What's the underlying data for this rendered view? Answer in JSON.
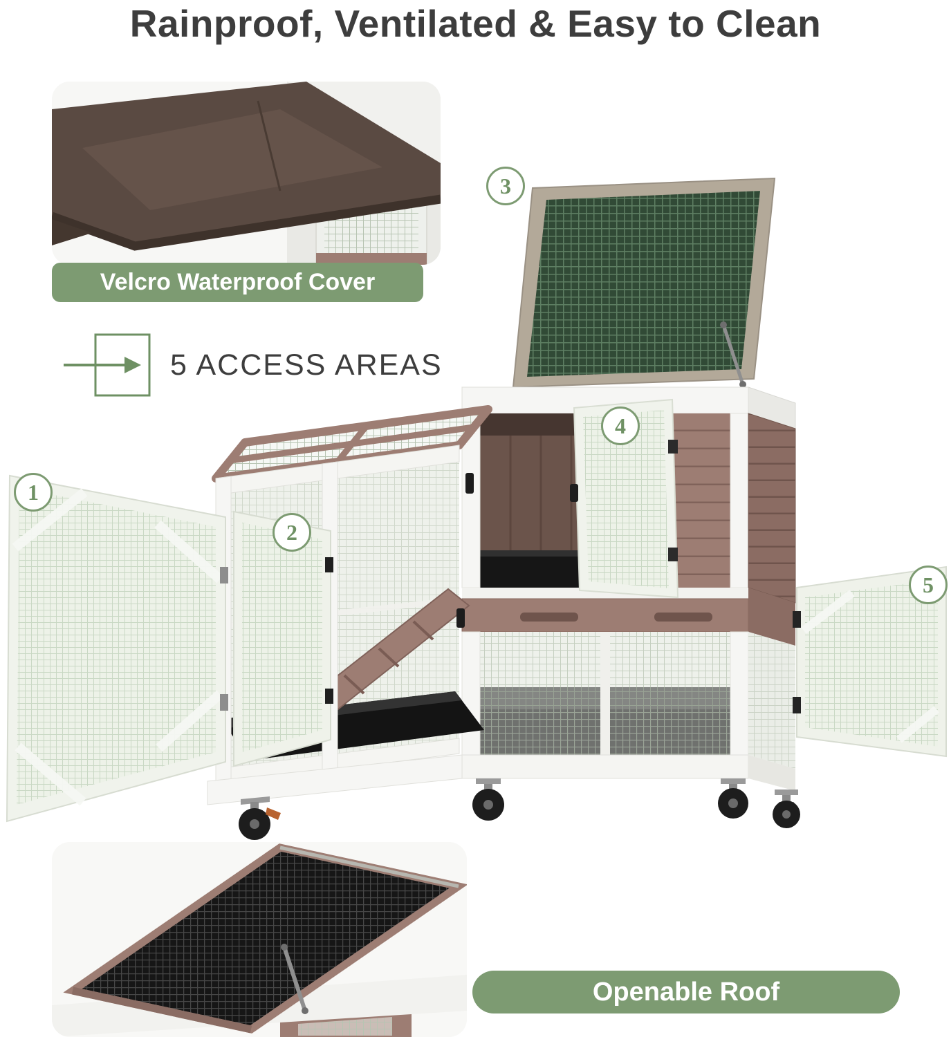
{
  "page": {
    "title": "Rainproof, Ventilated & Easy to Clean"
  },
  "features": {
    "waterproof_cover": "Velcro Waterproof Cover",
    "access_areas": "5 ACCESS AREAS",
    "openable_roof": "Openable Roof"
  },
  "badges": [
    {
      "number": "1"
    },
    {
      "number": "2"
    },
    {
      "number": "3"
    },
    {
      "number": "4"
    },
    {
      "number": "5"
    }
  ],
  "icons": [
    {
      "name": "arrow-through-square-icon"
    }
  ],
  "colors": {
    "accent_green": "#7d9b72",
    "badge_green": "#6f9164",
    "title_gray": "#3d3d3d",
    "wood_mauve": "#9d7d73",
    "cover_brown": "#5a4a42",
    "lid_mesh_green": "#314a36"
  }
}
